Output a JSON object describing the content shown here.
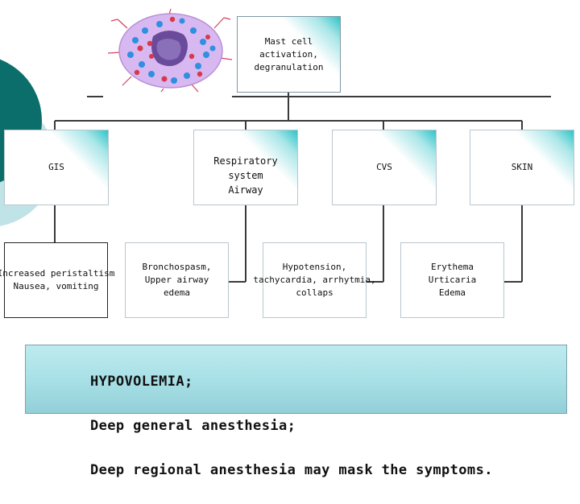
{
  "diagram": {
    "root": {
      "text": "Mast cell\nactivation,\ndegranulation"
    },
    "categories": [
      {
        "id": "gis",
        "text": "GIS"
      },
      {
        "id": "respiratory",
        "text": "Respiratory system\nAirway"
      },
      {
        "id": "cvs",
        "text": "CVS"
      },
      {
        "id": "skin",
        "text": "SKIN"
      }
    ],
    "symptoms": [
      {
        "id": "gis",
        "text": "Increased peristaltism\nNausea, vomiting"
      },
      {
        "id": "respiratory",
        "text": "Bronchospasm,\nUpper airway\nedema"
      },
      {
        "id": "cvs",
        "text": "Hypotension,\ntachycardia, arrhytmia,\ncollaps"
      },
      {
        "id": "skin",
        "text": "Erythema\nUrticaria\nEdema"
      }
    ],
    "note": {
      "lines": [
        "HYPOVOLEMIA;",
        "Deep general anesthesia;",
        "Deep regional anesthesia may mask the symptoms."
      ]
    }
  },
  "colors": {
    "accent_teal": "#0b6e6a",
    "light_teal": "#2fc4c8",
    "note_bg": "#a6dfe5",
    "connector": "#3a3a3a"
  },
  "icons": {
    "mast_cell": "mast-cell-illustration"
  }
}
